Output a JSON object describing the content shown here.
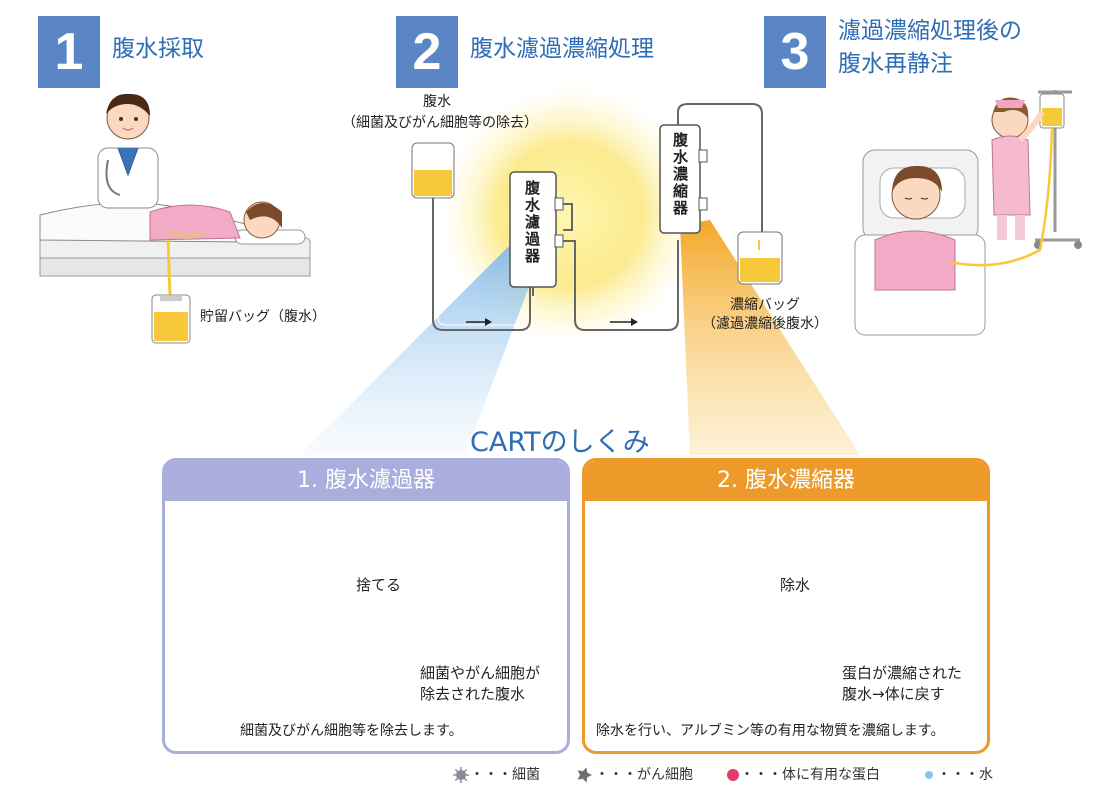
{
  "steps": [
    {
      "number": "1",
      "title": "腹水採取"
    },
    {
      "number": "2",
      "title": "腹水濾過濃縮処理"
    },
    {
      "number": "3",
      "title_line1": "濾過濃縮処理後の",
      "title_line2": "腹水再静注"
    }
  ],
  "labels": {
    "storage_bag": "貯留バッグ（腹水）",
    "ascites": "腹水",
    "ascites_note": "（細菌及びがん細胞等の除去）",
    "filter_device": "腹水濾過器",
    "concentrator_device": "腹水濃縮器",
    "conc_bag_line1": "濃縮バッグ",
    "conc_bag_line2": "（濾過濃縮後腹水）"
  },
  "cart_title": "CARTのしくみ",
  "panels": {
    "filter": {
      "header": "1. 腹水濾過器",
      "discard": "捨てる",
      "result_line1": "細菌やがん細胞が",
      "result_line2": "除去された腹水",
      "caption": "細菌及びがん細胞等を除去します。"
    },
    "concentrator": {
      "header": "2. 腹水濃縮器",
      "remove_water": "除水",
      "result_line1": "蛋白が濃縮された",
      "result_line2": "腹水→体に戻す",
      "caption": "除水を行い、アルブミン等の有用な物質を濃縮します。"
    }
  },
  "legend": [
    {
      "icon": "bacteria-icon",
      "text": "・・・細菌"
    },
    {
      "icon": "cancer-cell-icon",
      "text": "・・・がん細胞"
    },
    {
      "icon": "protein-dot-icon",
      "text": "・・・体に有用な蛋白"
    },
    {
      "icon": "water-dot-icon",
      "text": "・・・水"
    }
  ],
  "colors": {
    "step_blue": "#5b86c5",
    "title_blue": "#2f6db5",
    "filter_panel": "#a9aedd",
    "concentrator_panel": "#ee9a2b",
    "fluid_yellow": "#f6c83a",
    "protein_pink": "#e23b6b",
    "water_blue": "#8cc5ea",
    "bacteria_gray": "#8a8a95"
  }
}
